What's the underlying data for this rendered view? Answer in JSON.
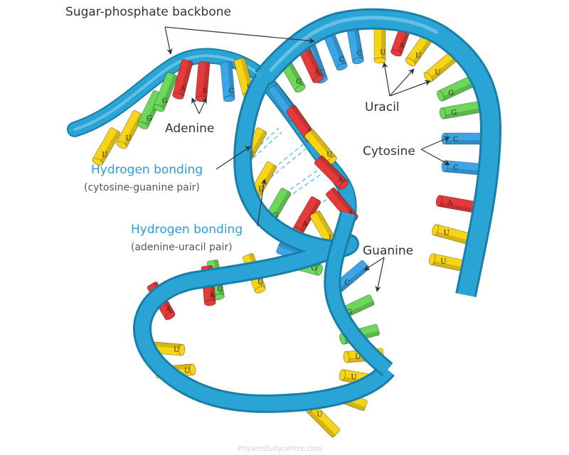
{
  "labels": {
    "backbone": "Sugar-phosphate backbone",
    "adenine": "Adenine",
    "uracil": "Uracil",
    "cytosine": "Cytosine",
    "guanine": "Guanine",
    "hb1_title": "Hydrogen bonding",
    "hb1_sub": "(cytosine-guanine pair)",
    "hb2_title": "Hydrogen bonding",
    "hb2_sub": "(adenine-uracil pair)",
    "watermark": "Priyamstudycentre.com"
  },
  "colors": {
    "backbone": "#2aa4d4",
    "A": "#e53a3a",
    "U": "#f7d417",
    "G": "#6cd85a",
    "C": "#3aa6e8",
    "label_dark": "#333333",
    "label_blue": "#2a9ee0",
    "label_sub": "#555555"
  },
  "bases": [
    {
      "letter": "U",
      "type": "U"
    },
    {
      "letter": "U",
      "type": "U"
    },
    {
      "letter": "G",
      "type": "G"
    },
    {
      "letter": "G",
      "type": "G"
    },
    {
      "letter": "A",
      "type": "A"
    },
    {
      "letter": "A",
      "type": "A"
    },
    {
      "letter": "C",
      "type": "C"
    },
    {
      "letter": "U",
      "type": "U"
    },
    {
      "letter": "C",
      "type": "C"
    },
    {
      "letter": "C",
      "type": "C"
    },
    {
      "letter": "C",
      "type": "C"
    },
    {
      "letter": "U",
      "type": "U"
    },
    {
      "letter": "A",
      "type": "A"
    },
    {
      "letter": "U",
      "type": "U"
    },
    {
      "letter": "U",
      "type": "U"
    },
    {
      "letter": "G",
      "type": "G"
    },
    {
      "letter": "G",
      "type": "G"
    },
    {
      "letter": "C",
      "type": "C"
    },
    {
      "letter": "C",
      "type": "C"
    },
    {
      "letter": "A",
      "type": "A"
    },
    {
      "letter": "U",
      "type": "U"
    },
    {
      "letter": "U",
      "type": "U"
    },
    {
      "letter": "G",
      "type": "G"
    },
    {
      "letter": "A",
      "type": "A"
    },
    {
      "letter": "C",
      "type": "C"
    },
    {
      "letter": "A",
      "type": "A"
    },
    {
      "letter": "U",
      "type": "U"
    },
    {
      "letter": "A",
      "type": "A"
    },
    {
      "letter": "U",
      "type": "U"
    },
    {
      "letter": "U",
      "type": "U"
    },
    {
      "letter": "G",
      "type": "G"
    },
    {
      "letter": "A",
      "type": "A"
    },
    {
      "letter": "A",
      "type": "A"
    },
    {
      "letter": "U",
      "type": "U"
    },
    {
      "letter": "C",
      "type": "C"
    },
    {
      "letter": "G",
      "type": "G"
    },
    {
      "letter": "G",
      "type": "G"
    },
    {
      "letter": "A",
      "type": "A"
    },
    {
      "letter": "A",
      "type": "A"
    },
    {
      "letter": "U",
      "type": "U"
    },
    {
      "letter": "U",
      "type": "U"
    },
    {
      "letter": "U",
      "type": "U"
    },
    {
      "letter": "C",
      "type": "C"
    },
    {
      "letter": "G",
      "type": "G"
    },
    {
      "letter": "G",
      "type": "G"
    },
    {
      "letter": "U",
      "type": "U"
    },
    {
      "letter": "U",
      "type": "U"
    },
    {
      "letter": "U",
      "type": "U"
    },
    {
      "letter": "U",
      "type": "U"
    },
    {
      "letter": "C",
      "type": "C"
    }
  ]
}
